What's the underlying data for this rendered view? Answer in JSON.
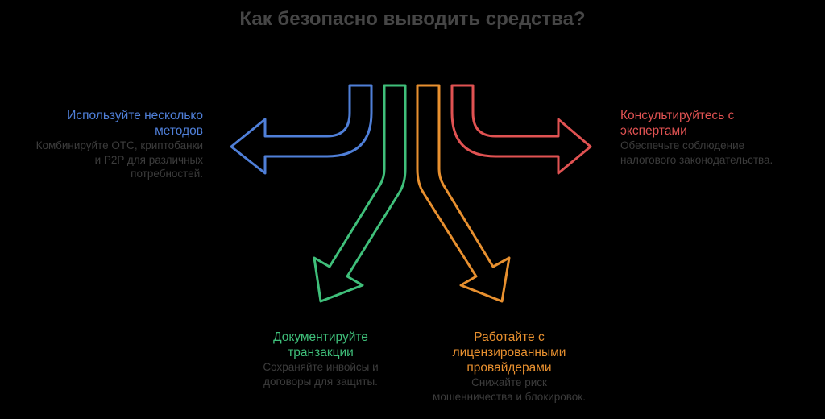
{
  "title": "Как безопасно выводить средства?",
  "colors": {
    "background": "#000000",
    "title": "#464646",
    "description": "#3c3c3c",
    "blue": "#4f7fd8",
    "green": "#3fbf7a",
    "orange": "#e8902f",
    "red": "#e05252"
  },
  "items": [
    {
      "id": "blue",
      "heading": "Используйте несколько методов",
      "description": "Комбинируйте OTC, криптобанки и P2P для различных потребностей.",
      "arrow": "left",
      "color": "#4f7fd8"
    },
    {
      "id": "green",
      "heading": "Документируйте транзакции",
      "description": "Сохраняйте инвойсы и договоры для защиты.",
      "arrow": "down-left",
      "color": "#3fbf7a"
    },
    {
      "id": "orange",
      "heading": "Работайте с лицензированными провайдерами",
      "description": "Снижайте риск мошенничества и блокировок.",
      "arrow": "down-right",
      "color": "#e8902f"
    },
    {
      "id": "red",
      "heading": "Консультируйтесь с экспертами",
      "description": "Обеспечьте соблюдение налогового законодательства.",
      "arrow": "right",
      "color": "#e05252"
    }
  ]
}
